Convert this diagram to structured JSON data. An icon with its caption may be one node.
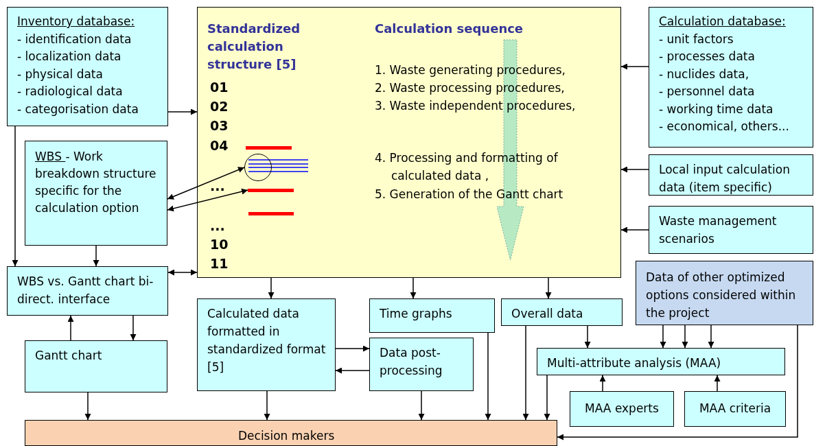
{
  "diagram": {
    "nodes": [
      {
        "text": [
          "Inventory database:",
          "- identification data",
          "- localization data",
          "- physical data",
          "- radiological data",
          "- categorisation data"
        ]
      },
      {
        "text": [
          "WBS",
          "- Work breakdown structure specific for the calculation option"
        ]
      },
      {
        "text": [
          "Standardized calculation structure [5]",
          "Calculation sequence",
          "01",
          "02",
          "03",
          "04",
          "...",
          "...",
          "10",
          "11",
          "1. Waste generating procedures,",
          "2. Waste processing procedures,",
          "3. Waste independent procedures,",
          "4. Processing and formatting of calculated data ,",
          "5. Generation of the Gantt chart"
        ]
      },
      {
        "text": [],
        "shape": "bar",
        "in": 2
      },
      {
        "text": [],
        "shape": "circle",
        "in": 2
      },
      {
        "text": [],
        "shape": "bar",
        "in": 2
      },
      {
        "text": [],
        "shape": "bar",
        "in": 2
      },
      {
        "text": [
          "Calculation database:",
          "- unit factors",
          "- processes data",
          "- nuclides data,",
          "- personnel data",
          "- working time data",
          "- economical, others..."
        ]
      },
      {
        "text": [
          "Local input calculation data (item specific)"
        ]
      },
      {
        "text": [
          "Waste management scenarios"
        ]
      },
      {
        "text": [
          "WBS vs. Gantt chart bi-direct. interface"
        ]
      },
      {
        "text": [
          "Calculated data formatted in standardized format [5]"
        ]
      },
      {
        "text": [
          "Time graphs"
        ]
      },
      {
        "text": [
          "Data post-processing"
        ]
      },
      {
        "text": [
          "Overall data"
        ]
      },
      {
        "text": [
          "Data of other optimized options considered within the project"
        ]
      },
      {
        "text": [
          "Gantt chart"
        ]
      },
      {
        "text": [
          "Multi-attribute analysis (MAA)"
        ]
      },
      {
        "text": [
          "MAA experts"
        ]
      },
      {
        "text": [
          "MAA criteria"
        ]
      },
      {
        "text": [
          "Decision makers"
        ]
      }
    ],
    "edges": [
      {
        "from": 0,
        "to": 2,
        "arrow": "to"
      },
      {
        "from": 0,
        "to": 10,
        "arrow": "to"
      },
      {
        "from": 1,
        "to": 4,
        "arrow": "both"
      },
      {
        "from": 1,
        "to": 5,
        "arrow": "both"
      },
      {
        "from": 1,
        "to": 10,
        "arrow": "to"
      },
      {
        "from": 10,
        "to": 2,
        "arrow": "both"
      },
      {
        "from": 7,
        "to": 2,
        "arrow": "to"
      },
      {
        "from": 8,
        "to": 2,
        "arrow": "to"
      },
      {
        "from": 9,
        "to": 2,
        "arrow": "to"
      },
      {
        "from": 2,
        "to": 11,
        "arrow": "to"
      },
      {
        "from": 2,
        "to": 12,
        "arrow": "to"
      },
      {
        "from": 2,
        "to": 14,
        "arrow": "to"
      },
      {
        "from": 11,
        "to": 13,
        "arrow": "to"
      },
      {
        "from": 13,
        "to": 11,
        "arrow": "to"
      },
      {
        "from": 16,
        "to": 10,
        "arrow": "to"
      },
      {
        "from": 10,
        "to": 16,
        "arrow": "to"
      },
      {
        "from": 16,
        "to": 20,
        "arrow": "to"
      },
      {
        "from": 11,
        "to": 20,
        "arrow": "to"
      },
      {
        "from": 13,
        "to": 20,
        "arrow": "to"
      },
      {
        "from": 12,
        "to": 20,
        "arrow": "to"
      },
      {
        "from": 14,
        "to": 20,
        "arrow": "to"
      },
      {
        "from": 14,
        "to": 17,
        "arrow": "to"
      },
      {
        "from": 15,
        "to": 17,
        "arrow": "to"
      },
      {
        "from": 15,
        "to": 17,
        "arrow": "to"
      },
      {
        "from": 15,
        "to": 17,
        "arrow": "to"
      },
      {
        "from": 17,
        "to": 20,
        "arrow": "to"
      },
      {
        "from": 18,
        "to": 17,
        "arrow": "to"
      },
      {
        "from": 19,
        "to": 17,
        "arrow": "to"
      },
      {
        "from": 15,
        "to": 20,
        "arrow": "to"
      }
    ]
  }
}
